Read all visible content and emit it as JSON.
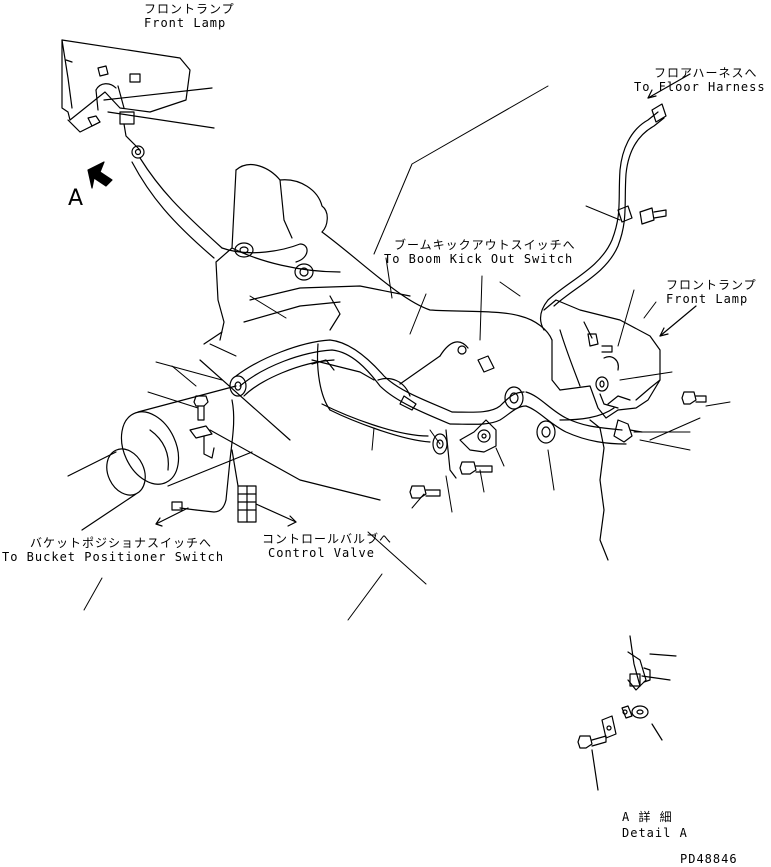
{
  "callouts": {
    "front_lamp_top_jp": "フロントランプ",
    "front_lamp_top_en": "Front Lamp",
    "floor_harness_jp": "フロアハーネスへ",
    "floor_harness_en": "To Floor Harness",
    "boom_kick_jp": "ブームキックアウトスイッチへ",
    "boom_kick_en": "To Boom Kick Out Switch",
    "front_lamp_right_jp": "フロントランプ",
    "front_lamp_right_en": "Front Lamp",
    "bucket_pos_jp": "バケットポジショナスイッチへ",
    "bucket_pos_en": "To Bucket Positioner Switch",
    "control_valve_jp": "コントロールバルブへ",
    "control_valve_en": "Control Valve",
    "detail_jp": "A 詳 細",
    "detail_en": "Detail A",
    "view_marker": "A",
    "drawing_number": "PD48846"
  },
  "colors": {
    "ink": "#000000",
    "paper": "#ffffff"
  }
}
